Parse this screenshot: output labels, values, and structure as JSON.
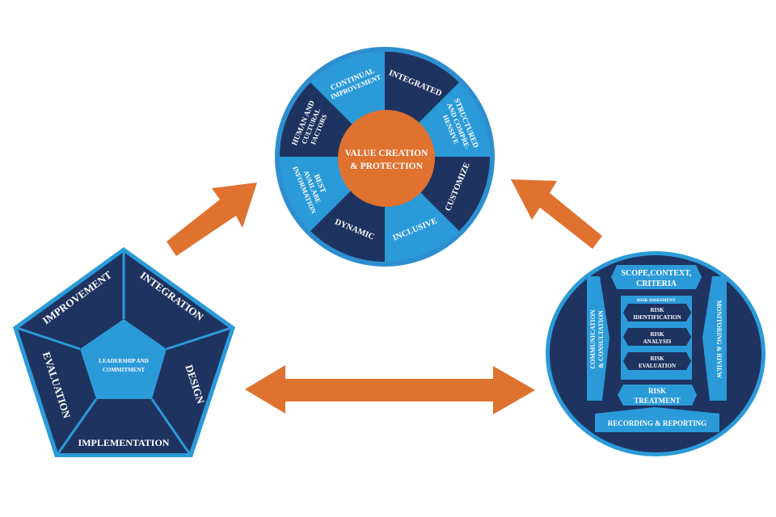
{
  "colors": {
    "navy": "#1e3360",
    "light_blue": "#2b9ad8",
    "ring_blue": "#2e8fd0",
    "orange": "#e07230",
    "text": "#ffffff",
    "background": "#ffffff"
  },
  "principles_wheel": {
    "center_label": [
      "VALUE CREATION",
      "& PROTECTION"
    ],
    "sectors": [
      {
        "lines": [
          "INTEGRATED"
        ],
        "tone": "dark"
      },
      {
        "lines": [
          "STRUCTURED",
          "AND COMPRE-",
          "HENSIVE"
        ],
        "tone": "light"
      },
      {
        "lines": [
          "CUSTOMIZE"
        ],
        "tone": "dark"
      },
      {
        "lines": [
          "INCLUSIVE"
        ],
        "tone": "light"
      },
      {
        "lines": [
          "DYNAMIC"
        ],
        "tone": "dark"
      },
      {
        "lines": [
          "BEST",
          "AVAILABE",
          "INFORMATION"
        ],
        "tone": "light"
      },
      {
        "lines": [
          "HUMAN AND",
          "CULTURAL",
          "FACTORS"
        ],
        "tone": "dark"
      },
      {
        "lines": [
          "CONTINUAL",
          "IMPROVEMENT"
        ],
        "tone": "light"
      }
    ]
  },
  "framework_pentagon": {
    "center_label": [
      "LEADERSHIP AND",
      "COMMITMENT"
    ],
    "segments": {
      "integration": "INTEGRATION",
      "design": "DESIGN",
      "implementation": "IMPLEMENTATION",
      "evaluation": "EVALUATION",
      "improvement": "IMPROVEMENT"
    }
  },
  "process_circle": {
    "scope": [
      "SCOPE,CONTEXT,",
      "CRITERIA"
    ],
    "risk_assessment_title": "RISK ASSESMENT",
    "risk_identification": [
      "RISK",
      "IDENTIFICATION"
    ],
    "risk_analysis": [
      "RISK",
      "ANALYSIS"
    ],
    "risk_evaluation": [
      "RISK",
      "EVALUATION"
    ],
    "risk_treatment": [
      "RISK",
      "TREATMENT"
    ],
    "recording_reporting": "RECORDING & REPORTING",
    "communication": [
      "COMMUNICATION",
      "& CONSULTATION"
    ],
    "monitoring": "MONITORING & RIVIEW"
  }
}
